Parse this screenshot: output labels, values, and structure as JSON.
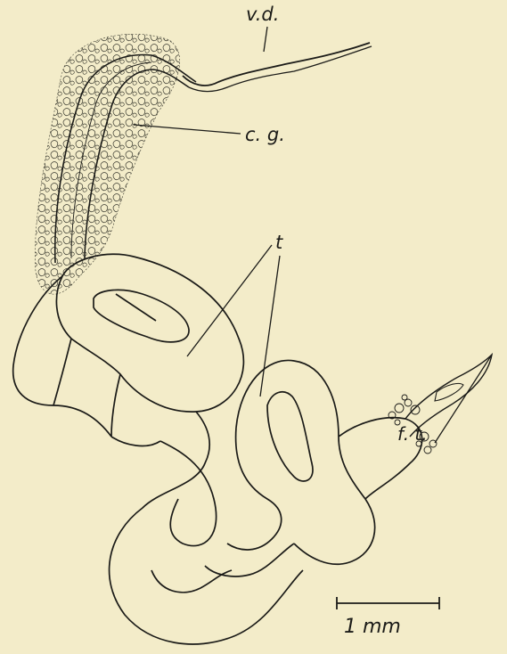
{
  "figure": {
    "labels": {
      "vas_deferens": "v.d.",
      "connective_gland": "c. g.",
      "tubule": "t",
      "flagellum_tip": "f. t."
    },
    "scale_bar": {
      "label": "1 mm",
      "length_mm": 1
    },
    "colors": {
      "background": "#f3ecc9",
      "ink": "#1b1b18"
    }
  }
}
